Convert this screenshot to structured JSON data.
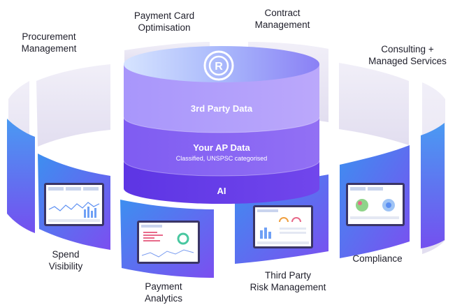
{
  "cylinder": {
    "logo_letter": "R",
    "layer_top": "3rd Party Data",
    "layer_mid": "Your AP Data",
    "layer_mid_sub": "Classified, UNSPSC categorised",
    "layer_bottom": "AI"
  },
  "ring_labels": {
    "procurement": "Procurement\nManagement",
    "payment_card": "Payment Card\nOptimisation",
    "contract": "Contract\nManagement",
    "consulting": "Consulting +\nManaged Services",
    "spend": "Spend\nVisibility",
    "payment_analytics": "Payment\nAnalytics",
    "third_party": "Third Party\nRisk Management",
    "compliance": "Compliance"
  },
  "colors": {
    "layer_top": "#b39dfa",
    "layer_mid": "#8b63f2",
    "layer_bottom": "#6a3de8",
    "panel_blue": "#4a8cf0",
    "panel_purple": "#7b4ff0",
    "back_panel": "#ebe8f4"
  }
}
